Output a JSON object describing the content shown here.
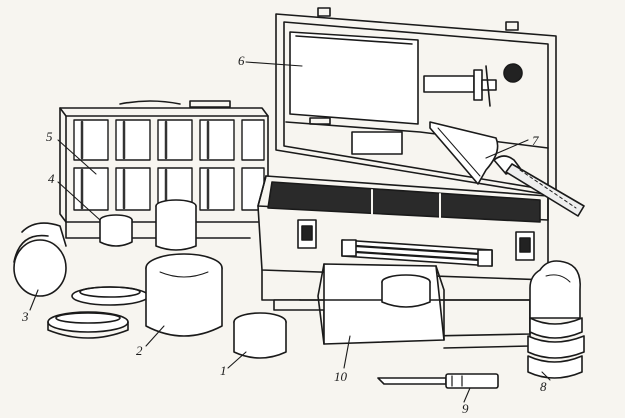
{
  "labels": {
    "l1": "1",
    "l2": "2",
    "l3": "3",
    "l4": "4",
    "l5": "5",
    "l6": "6",
    "l7": "7",
    "l8": "8",
    "l9": "9",
    "l10": "10"
  },
  "colors": {
    "ink": "#1a1a1a",
    "paper": "#f7f5f0",
    "dark": "#222222"
  }
}
